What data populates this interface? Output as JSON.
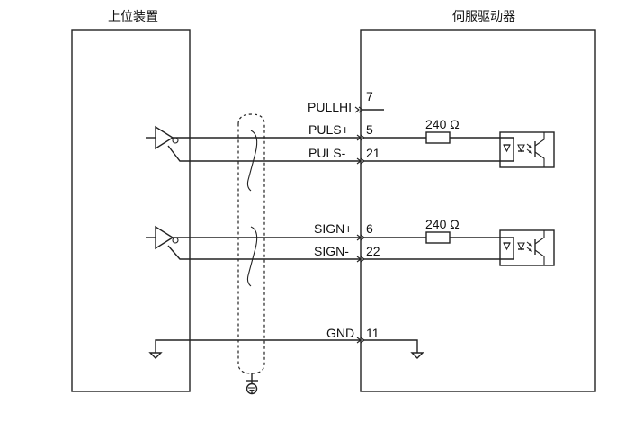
{
  "devices": {
    "host": "上位装置",
    "driver": "伺服驱动器"
  },
  "signals": [
    {
      "name": "PULLHI",
      "pin": "7"
    },
    {
      "name": "PULS+",
      "pin": "5"
    },
    {
      "name": "PULS-",
      "pin": "21"
    },
    {
      "name": "SIGN+",
      "pin": "6"
    },
    {
      "name": "SIGN-",
      "pin": "22"
    },
    {
      "name": "GND",
      "pin": "11"
    }
  ],
  "resistors": [
    {
      "value": "240 Ω"
    },
    {
      "value": "240 Ω"
    }
  ]
}
